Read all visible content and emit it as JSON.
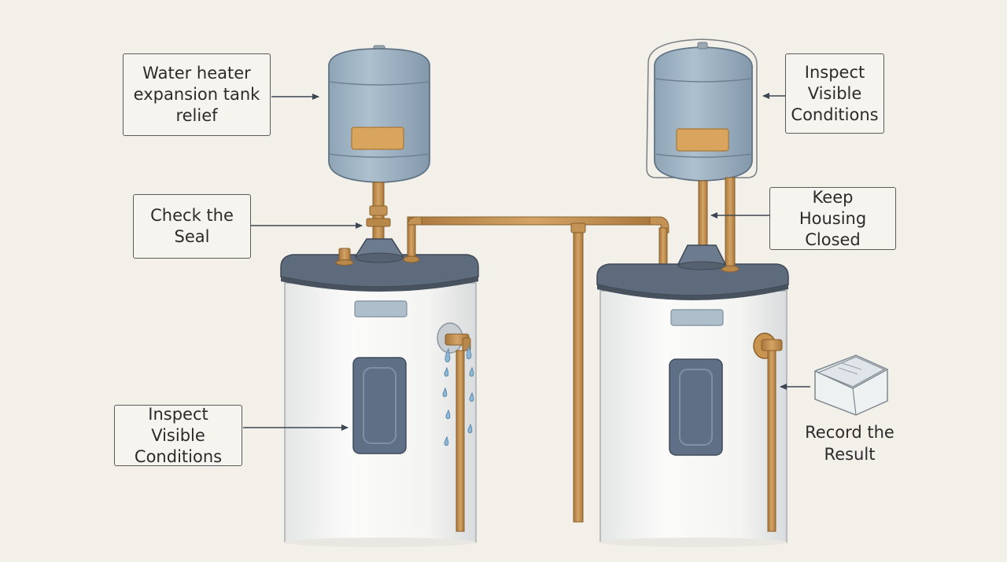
{
  "labels": {
    "expansion_tank_relief": "Water heater\nexpansion tank\nrelief",
    "check_seal": "Check the\nSeal",
    "inspect_left": "Inspect Visible\nConditions",
    "inspect_right": "Inspect\nVisible\nConditions",
    "keep_housing": "Keep Housing\nClosed",
    "record_result": "Record the\nResult"
  },
  "colors": {
    "background": "#f2f0e9",
    "tank_blue": "#9fb4c4",
    "copper": "#c2904f",
    "heater_top": "#5e6b7c",
    "panel": "#5f6f86",
    "label_plate": "#d9a45e",
    "water_drop": "#8fb8d6"
  },
  "icons": [
    "envelope-icon",
    "water-drop-icon",
    "arrow-icon"
  ]
}
